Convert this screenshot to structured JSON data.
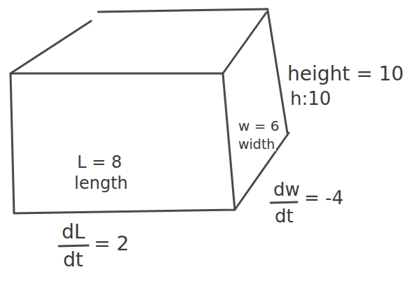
{
  "diagram": {
    "labels": [
      "height = 10",
      "h:10",
      "w = 6",
      "width",
      "L = 8",
      "length",
      "dL",
      "dt",
      "= 2",
      "dw",
      "dt",
      "= -4"
    ]
  }
}
